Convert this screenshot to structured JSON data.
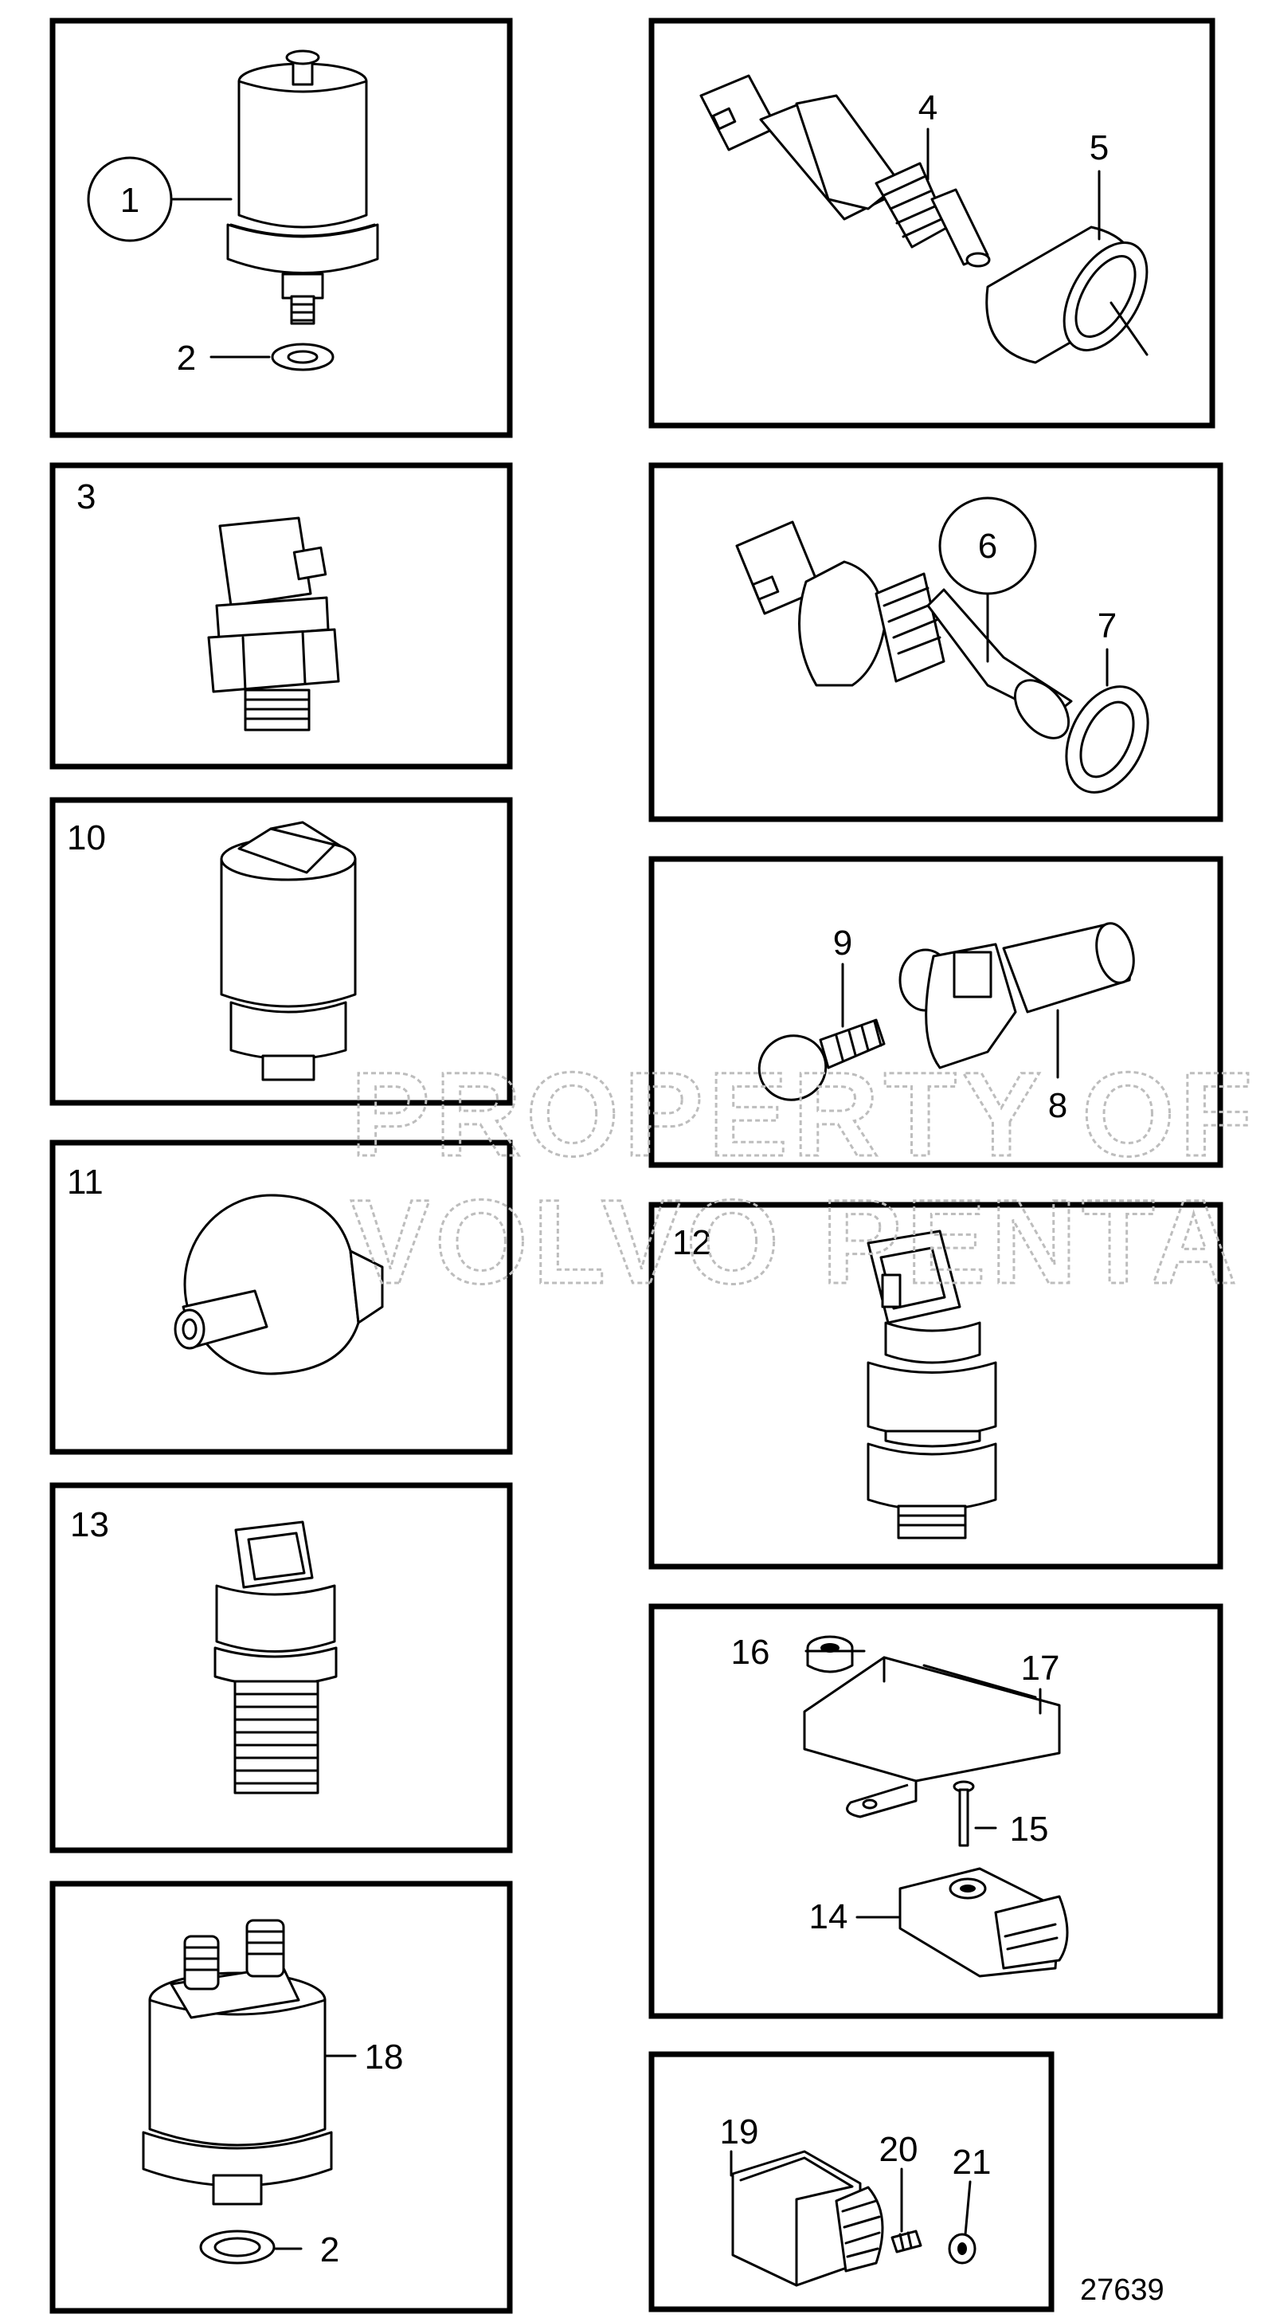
{
  "document_number": "27639",
  "watermark": {
    "line1": "PROPERTY OF",
    "line2": "VOLVO PENTA"
  },
  "panels": [
    {
      "id": "p1",
      "label": "",
      "callouts": [
        "1",
        "2"
      ]
    },
    {
      "id": "p2",
      "label": "",
      "callouts": [
        "4",
        "5"
      ]
    },
    {
      "id": "p3",
      "label": "3",
      "callouts": []
    },
    {
      "id": "p4",
      "label": "",
      "callouts": [
        "6",
        "7"
      ]
    },
    {
      "id": "p5",
      "label": "10",
      "callouts": []
    },
    {
      "id": "p6",
      "label": "",
      "callouts": [
        "9",
        "8"
      ]
    },
    {
      "id": "p7",
      "label": "11",
      "callouts": []
    },
    {
      "id": "p8",
      "label": "12",
      "callouts": []
    },
    {
      "id": "p9",
      "label": "13",
      "callouts": []
    },
    {
      "id": "p10",
      "label": "",
      "callouts": [
        "16",
        "17",
        "15",
        "14"
      ]
    },
    {
      "id": "p11",
      "label": "",
      "callouts": [
        "18",
        "2"
      ]
    },
    {
      "id": "p12",
      "label": "",
      "callouts": [
        "19",
        "20",
        "21"
      ]
    }
  ]
}
